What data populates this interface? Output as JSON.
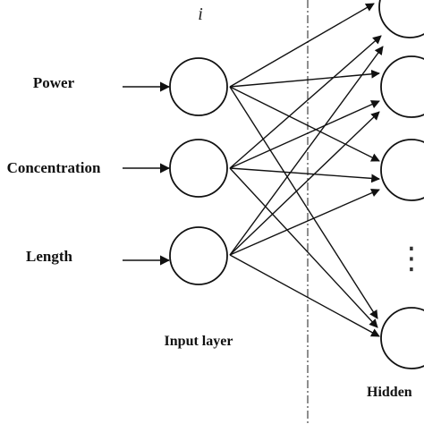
{
  "diagram": {
    "layer_index_label": "i",
    "inputs": [
      "Power",
      "Concentration",
      "Length"
    ],
    "input_layer_label": "Input layer",
    "hidden_layer_label": "Hidden",
    "ellipsis": "⋮",
    "colors": {
      "stroke": "#111111",
      "text": "#111111",
      "background": "#ffffff"
    }
  }
}
